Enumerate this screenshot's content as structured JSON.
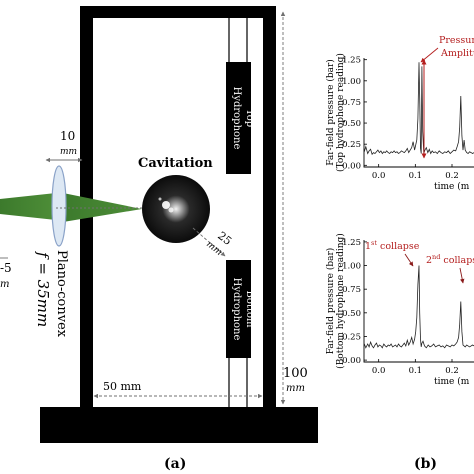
{
  "labels": {
    "cavitation": "Cavitation",
    "top_hydrophone_line1": "Top",
    "top_hydrophone_line2": "Hydrophone",
    "bottom_hydrophone_line1": "Bottom",
    "bottom_hydrophone_line2": "Hydrophone",
    "lens_line1": "Plano-convex",
    "lens_line2": "f = 35mm",
    "dim_10": "10",
    "dim_10_unit": "mm",
    "dim_25": "25",
    "dim_25_unit": "mm",
    "dim_50": "50 mm",
    "dim_100": "100",
    "dim_100_unit": "mm",
    "dim_5": "-5",
    "dim_5_unit": "m",
    "panel_a": "(a)",
    "panel_b": "(b)"
  },
  "colors": {
    "laser": "#3f7f2f",
    "lens_fill": "#dde8f4",
    "lens_stroke": "#8aa2c8",
    "tank": "#000000",
    "hydrophone": "#000000",
    "annotation": "#b41e1e",
    "dimension": "#707070",
    "signal": "#222222"
  },
  "chart_data": [
    {
      "type": "line",
      "ylabel": "Far-field pressure (bar)",
      "ylabel2": "(Top hydrophone reading)",
      "xlabel": "time (ms)",
      "xlabel_visible": "time (m",
      "xlim": [
        -0.04,
        0.26
      ],
      "ylim": [
        -0.02,
        1.27
      ],
      "yticks": [
        "0.00",
        "0.25",
        "0.50",
        "0.75",
        "1.00",
        "1.25"
      ],
      "xticks": [
        "0.0",
        "0.1",
        "0.2"
      ],
      "annotation": {
        "line1": "Pressure",
        "line2": "Amplitude"
      },
      "series": [
        {
          "x": [
            -0.04,
            -0.035,
            -0.03,
            -0.026,
            -0.022,
            -0.018,
            -0.014,
            -0.01,
            -0.006,
            -0.002,
            0.002,
            0.006,
            0.01,
            0.014,
            0.018,
            0.022,
            0.026,
            0.03,
            0.034,
            0.038,
            0.042,
            0.046,
            0.05,
            0.054,
            0.058,
            0.062,
            0.066,
            0.07,
            0.074,
            0.078,
            0.082,
            0.086,
            0.09,
            0.094,
            0.098,
            0.101,
            0.104,
            0.107,
            0.11,
            0.112,
            0.114,
            0.116,
            0.118,
            0.12,
            0.123,
            0.126,
            0.13,
            0.134,
            0.138,
            0.142,
            0.146,
            0.15,
            0.155,
            0.16,
            0.165,
            0.17,
            0.175,
            0.18,
            0.185,
            0.19,
            0.195,
            0.2,
            0.205,
            0.21,
            0.214,
            0.218,
            0.221,
            0.224,
            0.227,
            0.23,
            0.233,
            0.236,
            0.24,
            0.244,
            0.248,
            0.252,
            0.256,
            0.26
          ],
          "y": [
            0.15,
            0.22,
            0.14,
            0.17,
            0.19,
            0.13,
            0.15,
            0.14,
            0.16,
            0.18,
            0.15,
            0.17,
            0.14,
            0.16,
            0.15,
            0.17,
            0.15,
            0.14,
            0.16,
            0.15,
            0.17,
            0.15,
            0.16,
            0.14,
            0.15,
            0.17,
            0.16,
            0.15,
            0.17,
            0.2,
            0.15,
            0.18,
            0.21,
            0.28,
            0.18,
            0.24,
            0.3,
            0.55,
            1.22,
            0.8,
            0.2,
            0.14,
            1.17,
            0.4,
            0.14,
            0.18,
            0.21,
            0.15,
            0.19,
            0.14,
            0.17,
            0.15,
            0.16,
            0.14,
            0.17,
            0.15,
            0.14,
            0.16,
            0.15,
            0.17,
            0.14,
            0.16,
            0.18,
            0.17,
            0.22,
            0.28,
            0.45,
            0.82,
            0.35,
            0.18,
            0.3,
            0.18,
            0.15,
            0.14,
            0.16,
            0.15,
            0.14,
            0.15
          ]
        }
      ]
    },
    {
      "type": "line",
      "ylabel": "Far-field pressure (bar)",
      "ylabel2": "(Bottom hydrophone reading)",
      "xlabel": "time (ms)",
      "xlabel_visible": "time (m",
      "xlim": [
        -0.04,
        0.26
      ],
      "ylim": [
        -0.02,
        1.27
      ],
      "yticks": [
        "0.00",
        "0.25",
        "0.50",
        "0.75",
        "1.00",
        "1.25"
      ],
      "xticks": [
        "0.0",
        "0.1",
        "0.2"
      ],
      "annotations": [
        {
          "base": "1",
          "sup": "st",
          "rest": " collapse"
        },
        {
          "base": "2",
          "sup": "nd",
          "rest": " collaps"
        }
      ],
      "series": [
        {
          "x": [
            -0.04,
            -0.035,
            -0.03,
            -0.026,
            -0.022,
            -0.018,
            -0.014,
            -0.01,
            -0.006,
            -0.002,
            0.002,
            0.006,
            0.01,
            0.014,
            0.018,
            0.022,
            0.026,
            0.03,
            0.034,
            0.038,
            0.042,
            0.046,
            0.05,
            0.054,
            0.058,
            0.062,
            0.066,
            0.07,
            0.074,
            0.078,
            0.082,
            0.086,
            0.09,
            0.094,
            0.098,
            0.101,
            0.104,
            0.107,
            0.11,
            0.112,
            0.114,
            0.116,
            0.118,
            0.121,
            0.125,
            0.13,
            0.135,
            0.14,
            0.145,
            0.15,
            0.155,
            0.16,
            0.165,
            0.17,
            0.175,
            0.18,
            0.185,
            0.19,
            0.195,
            0.2,
            0.205,
            0.21,
            0.214,
            0.218,
            0.221,
            0.224,
            0.227,
            0.23,
            0.233,
            0.236,
            0.24,
            0.244,
            0.248,
            0.252,
            0.256,
            0.26
          ],
          "y": [
            0.18,
            0.13,
            0.17,
            0.14,
            0.19,
            0.15,
            0.13,
            0.16,
            0.18,
            0.14,
            0.16,
            0.15,
            0.13,
            0.17,
            0.15,
            0.14,
            0.16,
            0.15,
            0.17,
            0.14,
            0.15,
            0.16,
            0.14,
            0.17,
            0.15,
            0.14,
            0.16,
            0.18,
            0.15,
            0.21,
            0.16,
            0.19,
            0.24,
            0.17,
            0.22,
            0.3,
            0.45,
            0.8,
            1.0,
            0.5,
            0.22,
            0.14,
            0.18,
            0.2,
            0.15,
            0.13,
            0.16,
            0.14,
            0.15,
            0.17,
            0.14,
            0.15,
            0.16,
            0.14,
            0.15,
            0.13,
            0.16,
            0.15,
            0.14,
            0.16,
            0.15,
            0.17,
            0.19,
            0.24,
            0.38,
            0.62,
            0.3,
            0.16,
            0.15,
            0.14,
            0.16,
            0.15,
            0.14,
            0.15,
            0.16,
            0.15
          ]
        }
      ]
    }
  ]
}
